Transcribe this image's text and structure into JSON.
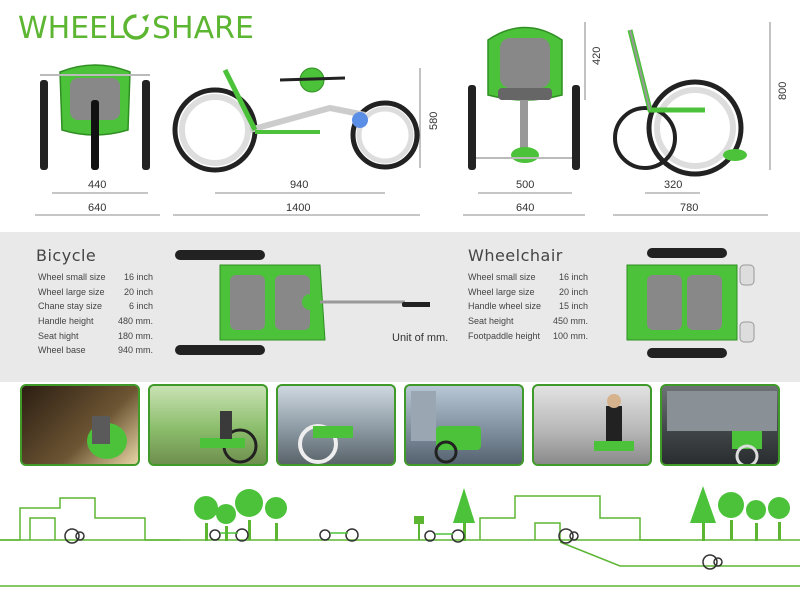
{
  "brand": {
    "name_left": "WHEEL",
    "name_right": "SHARE",
    "accent": "#5db632"
  },
  "dimensions": {
    "front_width_inner": "440",
    "front_width_outer": "640",
    "side_length": "940",
    "side_length_total": "1400",
    "side_height": "580",
    "chair_front_inner": "500",
    "chair_front_outer": "640",
    "chair_seat_height": "420",
    "chair_side_depth": "320",
    "chair_side_total": "780",
    "chair_side_height": "800"
  },
  "bicycle": {
    "title": "Bicycle",
    "specs": [
      {
        "label": "Wheel small size",
        "value": "16 inch"
      },
      {
        "label": "Wheel large size",
        "value": "20 inch"
      },
      {
        "label": "Chane stay size",
        "value": "6 inch"
      },
      {
        "label": "Handle height",
        "value": "480 mm."
      },
      {
        "label": "Seat hight",
        "value": "180 mm."
      },
      {
        "label": "Wheel base",
        "value": "940 mm."
      }
    ]
  },
  "wheelchair": {
    "title": "Wheelchair",
    "specs": [
      {
        "label": "Wheel small size",
        "value": "16 inch"
      },
      {
        "label": "Wheel large size",
        "value": "20 inch"
      },
      {
        "label": "Handle wheel size",
        "value": "15 inch"
      },
      {
        "label": "Seat height",
        "value": "450 mm."
      },
      {
        "label": "Footpaddle height",
        "value": "100 mm."
      }
    ]
  },
  "unit_note": "Unit of mm.",
  "colors": {
    "green": "#4cc23a",
    "dark_green": "#2f8f22",
    "grey_band": "#e9e9e9",
    "line": "#5db632"
  }
}
